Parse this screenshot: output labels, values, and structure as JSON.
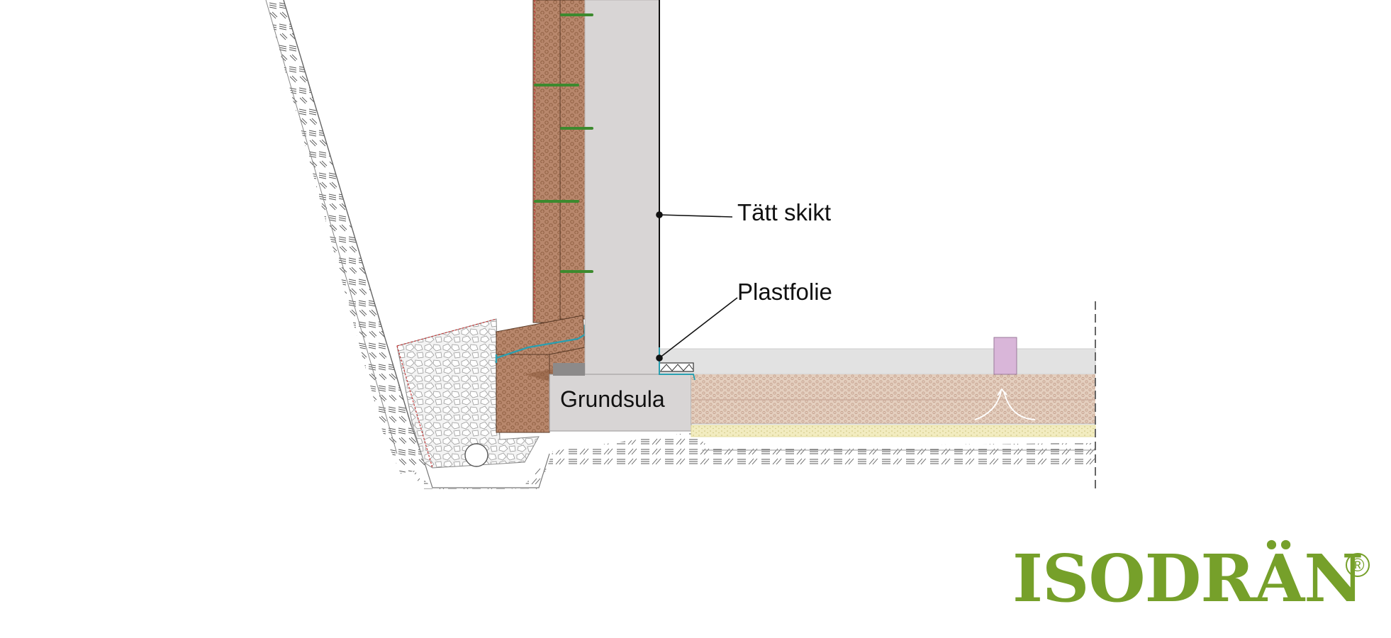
{
  "labels": {
    "tight_layer": "Tätt skikt",
    "plastic_film": "Plastfolie",
    "footing": "Grundsula"
  },
  "logo": {
    "text": "ISODRÄN",
    "registered": "®",
    "color": "#76a02a"
  },
  "colors": {
    "concrete": "#d8d5d5",
    "insulation_brown": "#b8876c",
    "insulation_dark": "#8a5a3c",
    "membrane_teal": "#2a9fb0",
    "anchor_green": "#3c8a2e",
    "slab_light": "#e2e2e2",
    "fill_insulation": "#e4cfbf",
    "sand_yellow": "#f2ecc0",
    "gravel": "#ededed",
    "radon_pink": "#d9b6d9"
  }
}
